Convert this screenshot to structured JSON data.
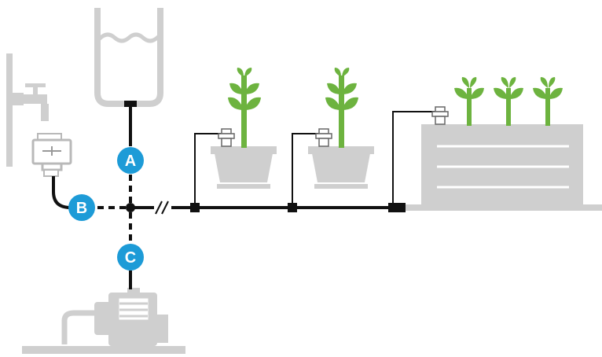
{
  "diagram": {
    "colors": {
      "pipe": "#111111",
      "component": "#cfcfcf",
      "component_stroke": "#c4c4c4",
      "plant": "#6db33f",
      "marker": "#1d9bd7",
      "background": "#ffffff"
    },
    "markers": [
      {
        "id": "A",
        "label": "A"
      },
      {
        "id": "B",
        "label": "B"
      },
      {
        "id": "C",
        "label": "C"
      }
    ],
    "components": [
      {
        "name": "wall-faucet",
        "icon": "faucet-icon"
      },
      {
        "name": "timer",
        "icon": "timer-icon"
      },
      {
        "name": "water-tank",
        "icon": "tank-icon"
      },
      {
        "name": "pump",
        "icon": "pump-icon"
      },
      {
        "name": "potted-plant-1",
        "icon": "plant-icon"
      },
      {
        "name": "potted-plant-2",
        "icon": "plant-icon"
      },
      {
        "name": "raised-bed",
        "icon": "garden-bed-icon"
      }
    ]
  }
}
